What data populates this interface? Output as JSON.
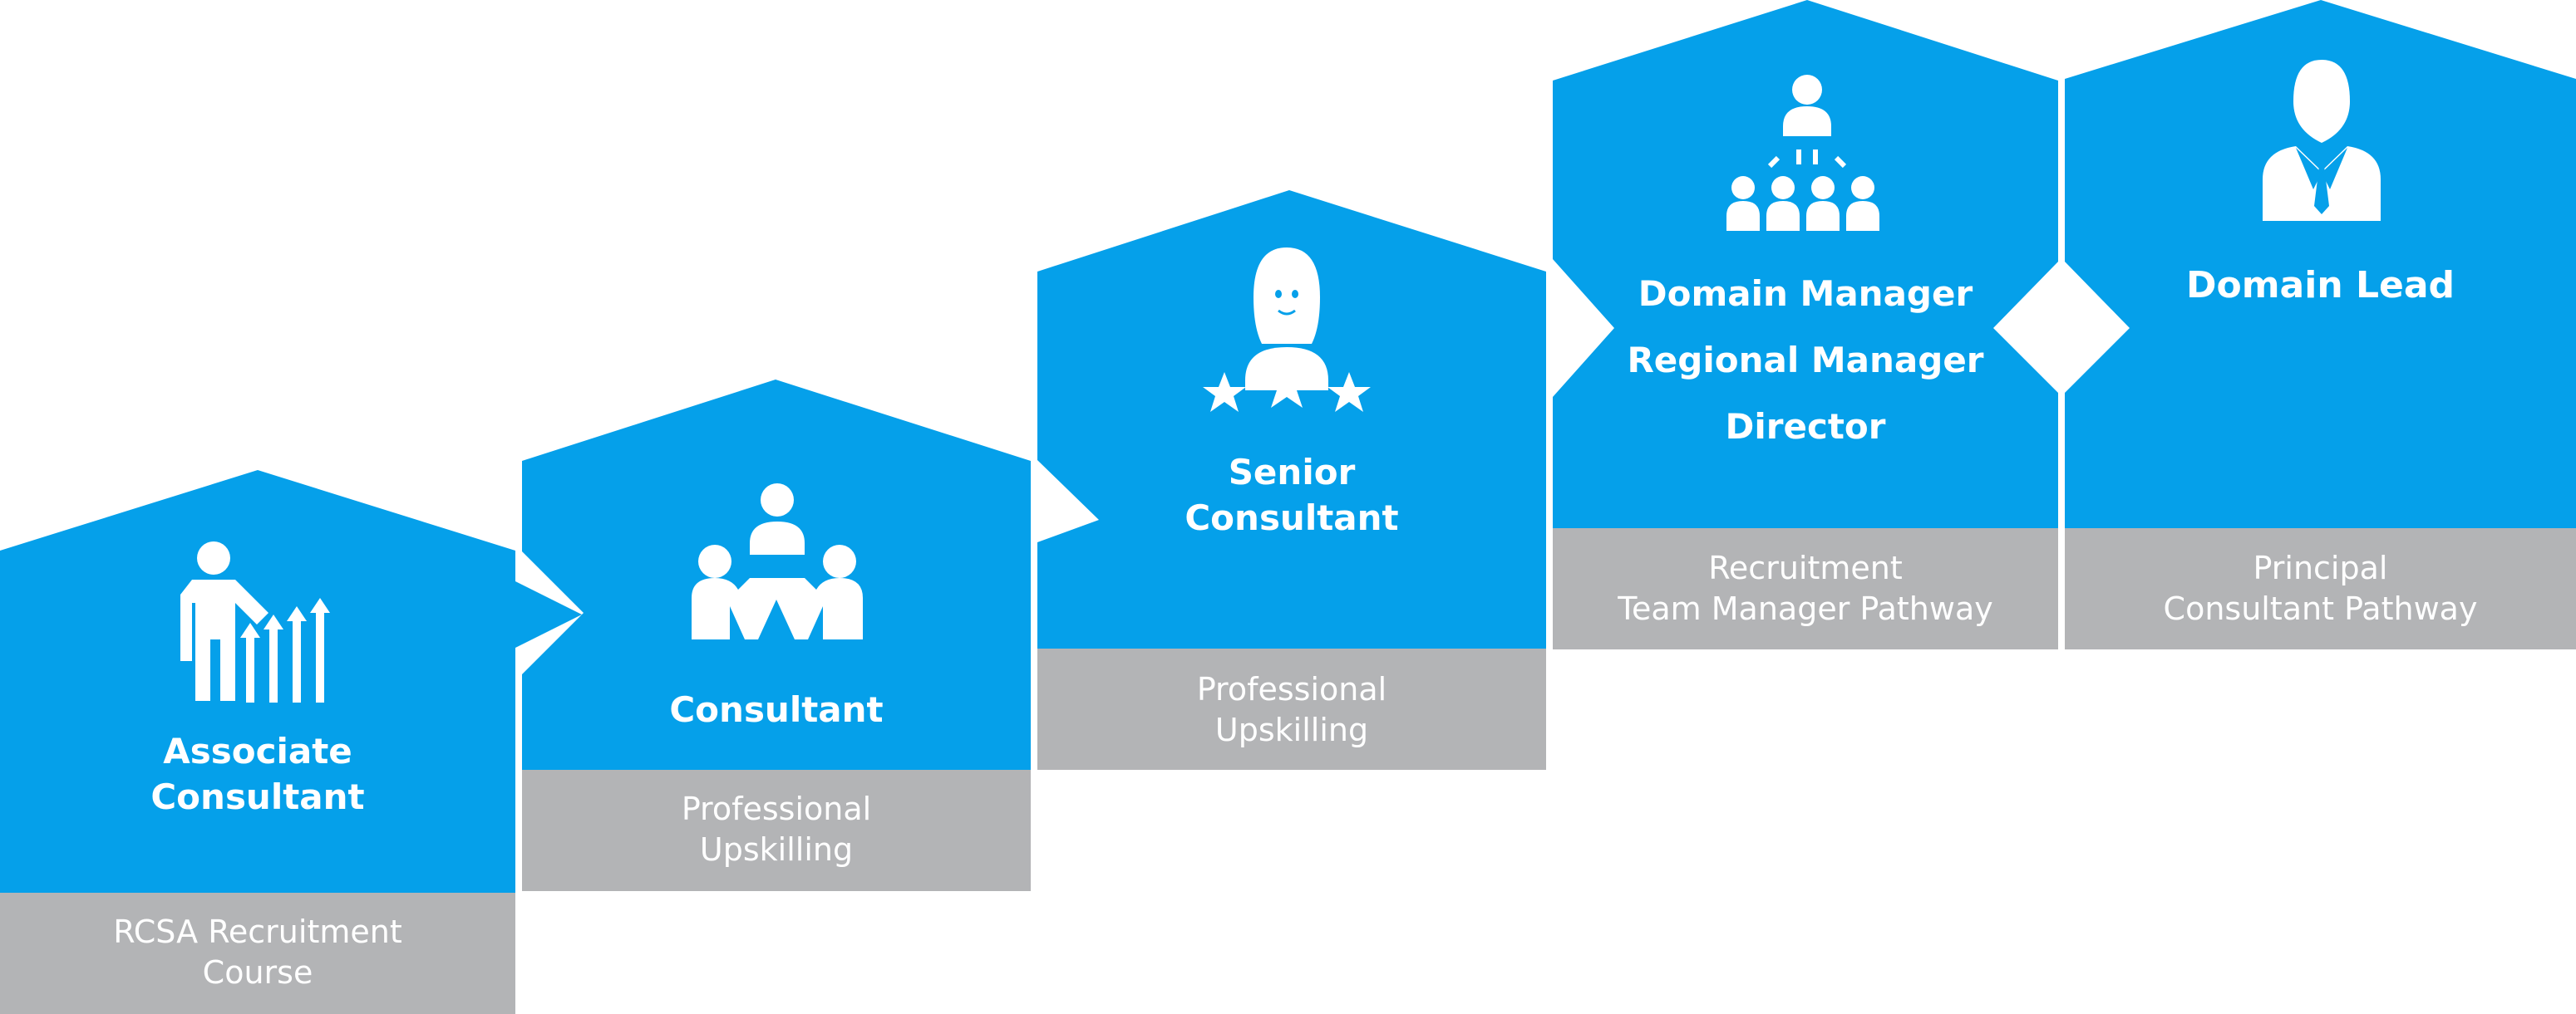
{
  "colors": {
    "blue": "#05a0ea",
    "grey": "#b3b4b6",
    "white": "#ffffff"
  },
  "steps": [
    {
      "title": [
        "Associate",
        "Consultant"
      ],
      "caption": [
        "RCSA Recruitment",
        "Course"
      ],
      "icon": "growth-arrows-person-icon"
    },
    {
      "title": [
        "Consultant"
      ],
      "caption": [
        "Professional",
        "Upskilling"
      ],
      "icon": "team-meeting-icon"
    },
    {
      "title": [
        "Senior",
        "Consultant"
      ],
      "caption": [
        "Professional",
        "Upskilling"
      ],
      "icon": "woman-three-stars-icon"
    },
    {
      "title": [
        "Domain Manager",
        "Regional Manager",
        "Director"
      ],
      "caption": [
        "Recruitment",
        "Team Manager Pathway"
      ],
      "icon": "org-hierarchy-icon"
    },
    {
      "title": [
        "Domain Lead"
      ],
      "caption": [
        "Principal",
        "Consultant Pathway"
      ],
      "icon": "businessman-tie-icon"
    }
  ]
}
